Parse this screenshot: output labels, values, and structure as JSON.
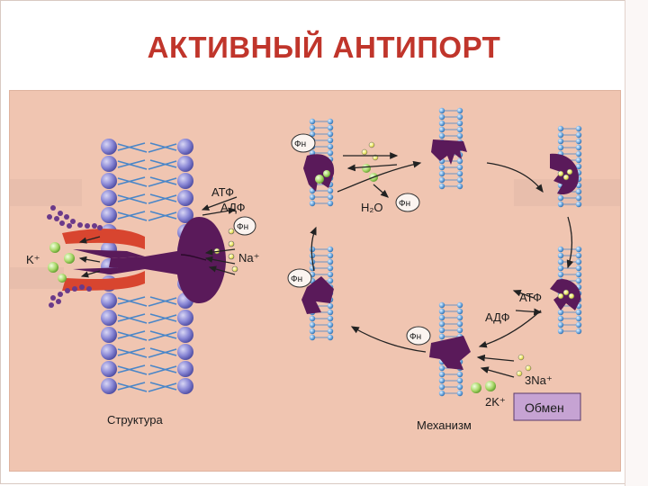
{
  "slide": {
    "title": "АКТИВНЫЙ АНТИПОРТ"
  },
  "figure": {
    "structure_panel": {
      "caption": "Структура",
      "labels": {
        "atp": "АТФ",
        "adp": "АДФ",
        "phosphate": "Фн",
        "potassium": "K⁺",
        "sodium": "Na⁺"
      }
    },
    "mechanism_panel": {
      "caption": "Механизм",
      "labels": {
        "phosphate_top": "Фн",
        "phosphate_mid": "Фн",
        "phosphate_left": "Фн",
        "phosphate_bottom": "Фн",
        "water": "H₂O",
        "atp": "АТФ",
        "adp": "АДФ",
        "sodium": "3Na⁺",
        "potassium": "2K⁺"
      },
      "exchange_box": "Обмен"
    },
    "colors": {
      "background": "#f0c5b1",
      "lipid_head": "#7a78c8",
      "lipid_tail": "#4a86c8",
      "pump": "#5a1a5a",
      "channel_red": "#d8452f",
      "ion_green": "#a8d868",
      "ion_yellow": "#f0ea70",
      "exchange_box": "#c6a3d3",
      "title": "#c0352b"
    }
  }
}
